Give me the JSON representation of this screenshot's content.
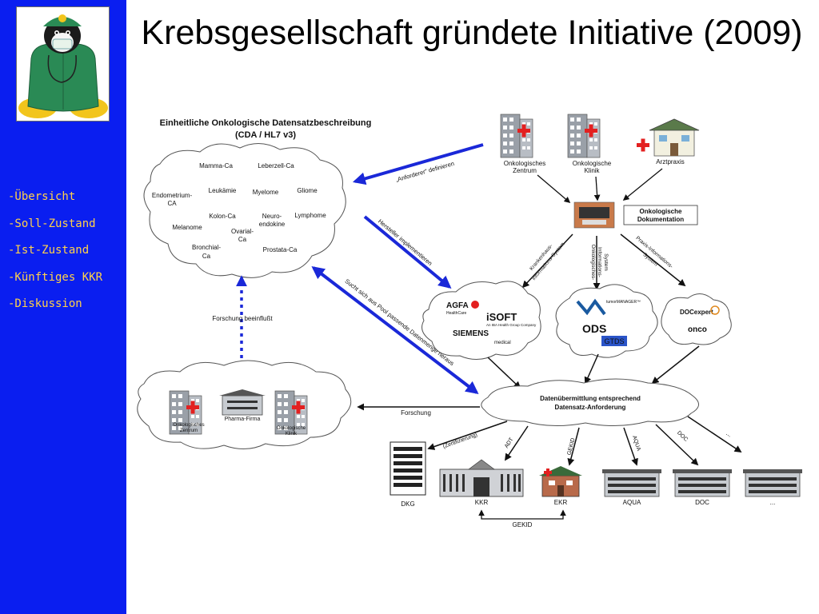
{
  "title": "Krebsgesellschaft gründete Initiative (2009)",
  "nav": [
    {
      "label": "-Übersicht"
    },
    {
      "label": "-Soll-Zustand"
    },
    {
      "label": "-Ist-Zustand"
    },
    {
      "label": "-Künftiges KKR"
    },
    {
      "label": "-Diskussion"
    }
  ],
  "diagram": {
    "header_line1": "Einheitliche Onkologische Datensatzbeschreibung",
    "header_line2": "(CDA / HL7 v3)",
    "cancer_types": [
      "Mamma-Ca",
      "Leberzell-Ca",
      "Endometrium-",
      "CA",
      "Leukämie",
      "Myelome",
      "Gliome",
      "Kolon-Ca",
      "Neuro-",
      "endokine",
      "Lymphome",
      "Melanome",
      "Ovarial-",
      "Ca",
      "Bronchial-",
      "Ca",
      "Prostata-Ca"
    ],
    "sources": {
      "zentrum_1": "Onkologisches",
      "zentrum_2": "Zentrum",
      "klinik_1": "Onkologische",
      "klinik_2": "Klinik",
      "arztpraxis": "Arztpraxis"
    },
    "onko_doku_1": "Onkologische",
    "onko_doku_2": "Dokumentation",
    "arrow_anforderer": "„Anforderer\" definieren",
    "arrow_hersteller": "Hersteller implementieren",
    "arrow_sucht": "Sucht sich aus Pool passende Datenmenge heraus",
    "arrow_forschung_beeinflusst": "Forschung beeinflußt",
    "systems": {
      "krankenhaus_1": "Krankenhaus-",
      "krankenhaus_2": "informations-System",
      "onkologie_1": "Onkologisches-",
      "onkologie_2": "Informations-",
      "onkologie_3": "System",
      "praxis_1": "Praxis-Informations-",
      "praxis_2": "System"
    },
    "vendors": {
      "agfa": "AGFA",
      "agfa_sub": "HealthCare",
      "isoft": "iSOFT",
      "isoft_sub": "An IBA Health Group Company",
      "siemens": "SIEMENS",
      "siemens_sub": "medical",
      "tumor_manager": "tumorMANAGER™",
      "ods": "ODS",
      "gtds": "GTDS",
      "docexpert": "DOCexpert",
      "onco": "onco"
    },
    "research_cloud": {
      "zentrum_1": "Onkologisches",
      "zentrum_2": "Zentrum",
      "pharma": "Pharma-Firma",
      "klinik_1": "Onkologische",
      "klinik_2": "Klinik"
    },
    "transfer_1": "Datenübermittlung entsprechend",
    "transfer_2": "Datensatz-Anforderung",
    "forschung": "Forschung",
    "zertifizierung": "(Zertifizierung)",
    "arrow_labels": {
      "adt": "ADT",
      "gekid": "GEKID",
      "aqua": "AQUA",
      "doc": "DOC",
      "dots": "..."
    },
    "recipients": {
      "dkg": "DKG",
      "kkr": "KKR",
      "ekr": "EKR",
      "aqua": "AQUA",
      "doc": "DOC",
      "dots": "..."
    },
    "bottom_link": "GEKID"
  },
  "colors": {
    "sidebar": "#0a1ef0",
    "nav_text": "#ffd24a",
    "blue_arrow": "#1a28d8",
    "red_cross": "#e32020",
    "building": "#9aa0a8"
  },
  "logo_icon": "tux-doctor-penguin"
}
